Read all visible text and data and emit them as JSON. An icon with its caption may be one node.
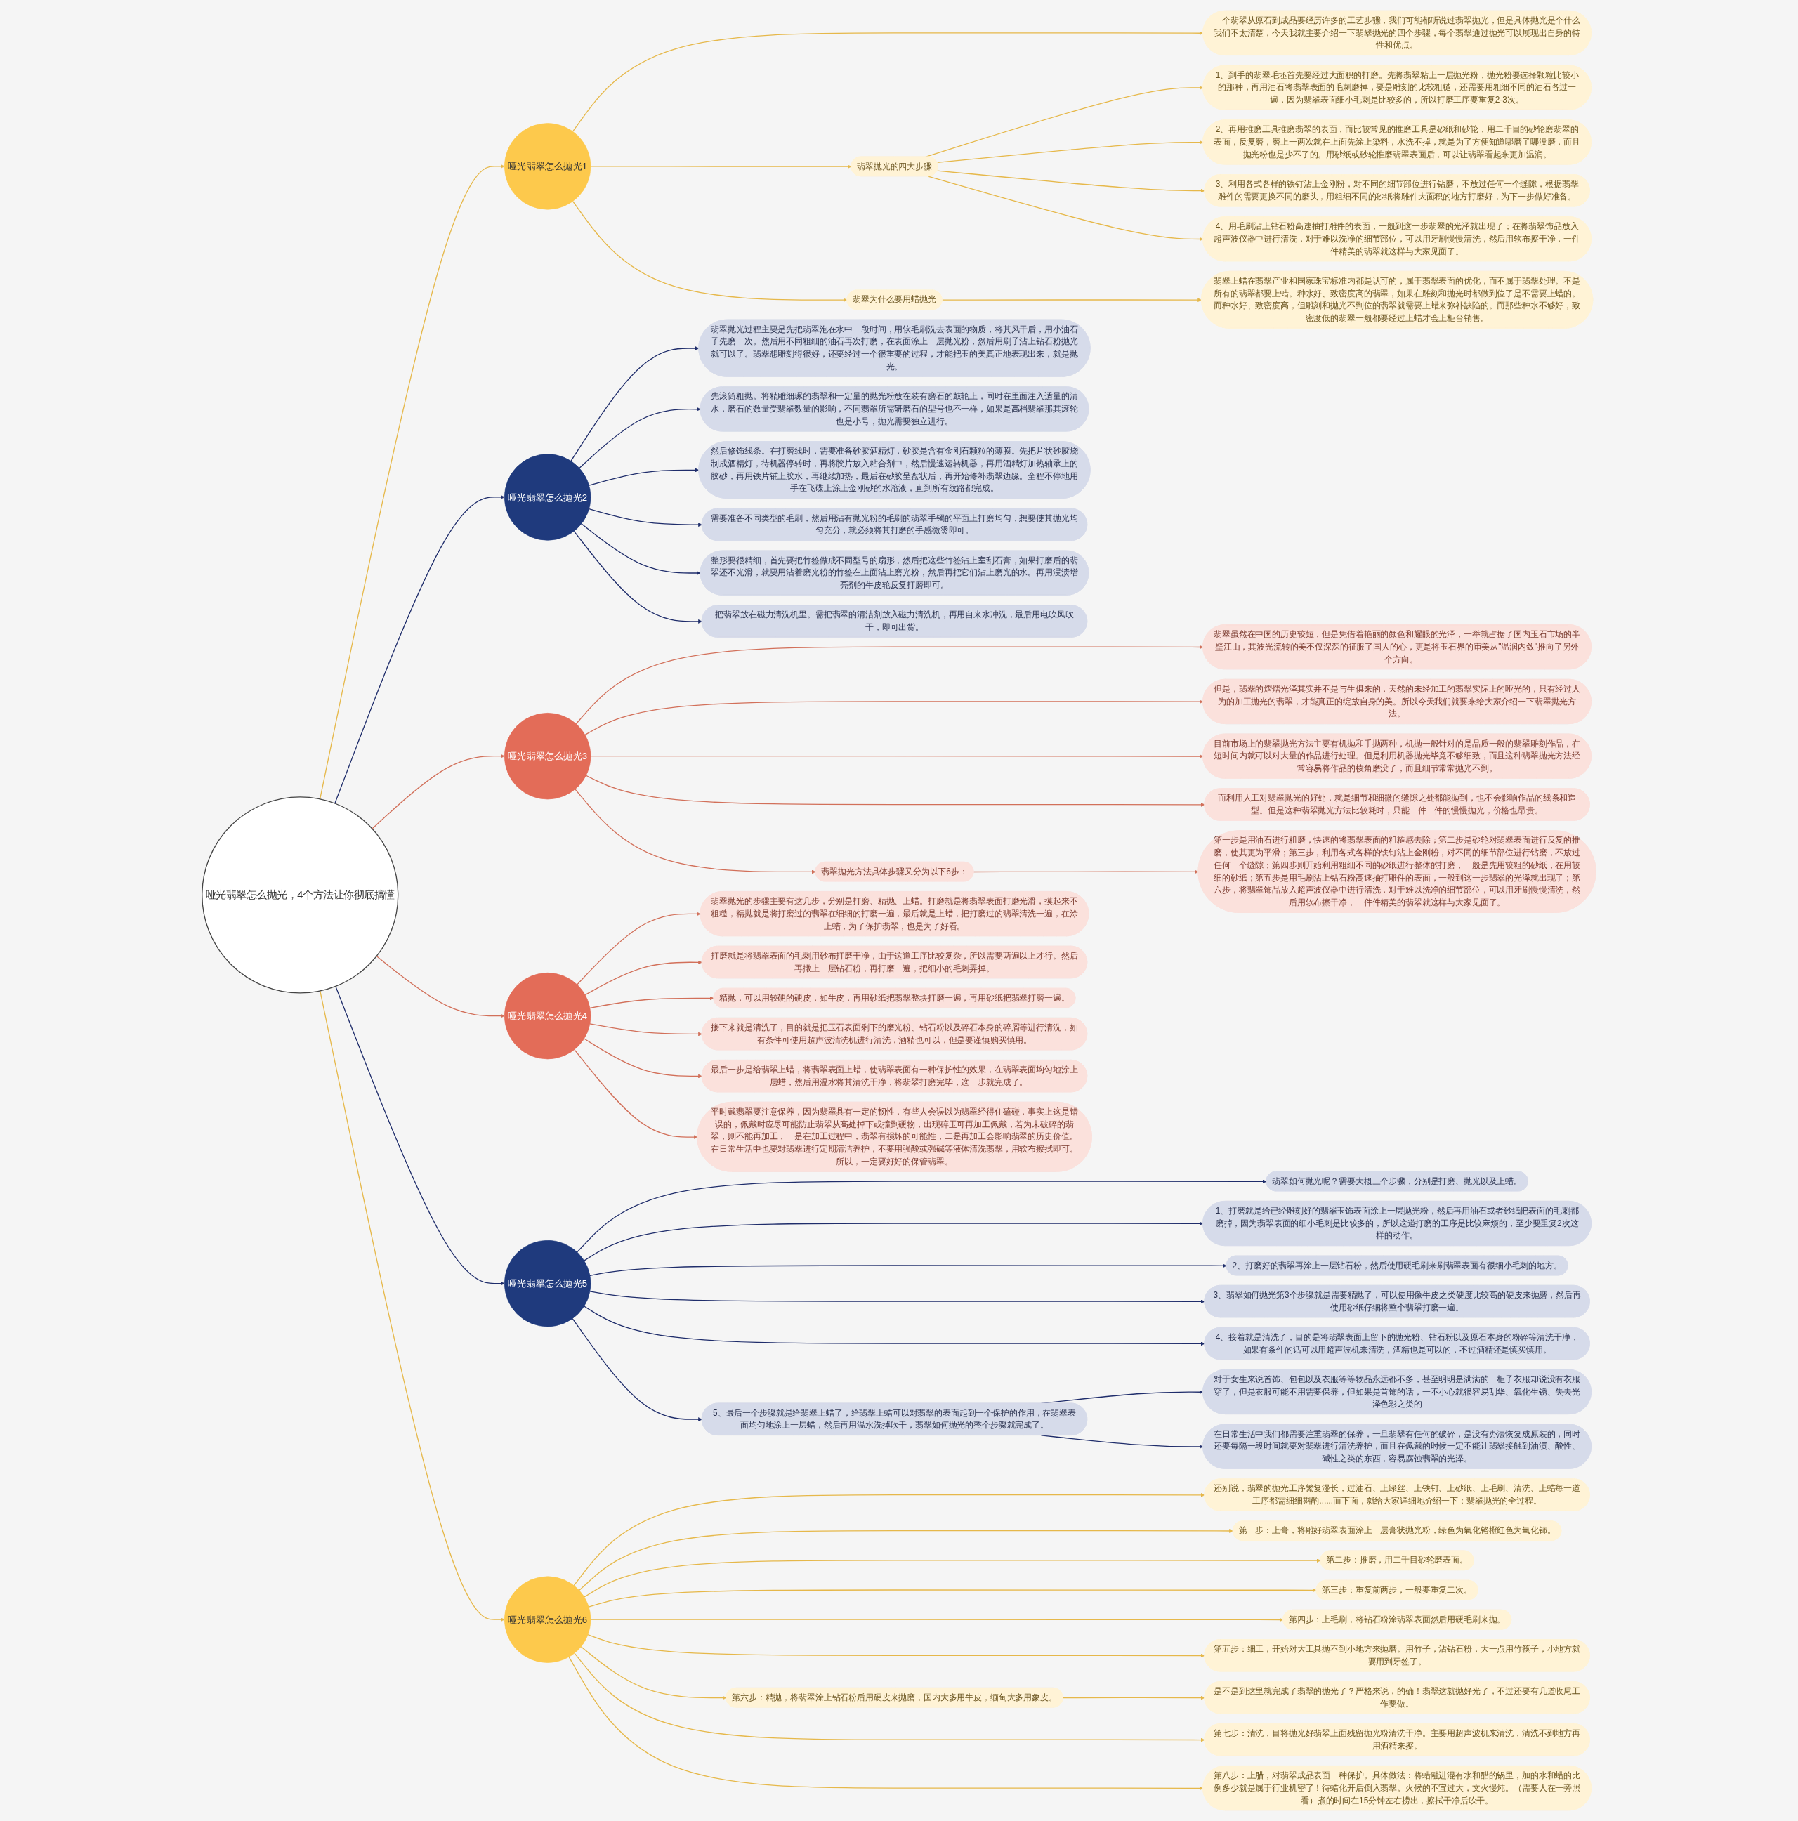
{
  "diagram": {
    "nodes": [
      {
        "text": [
          "哑光翡翠怎么抛光，4个方法让你彻底搞懂"
        ]
      },
      {
        "text": [
          "哑光翡翠怎么抛光1"
        ]
      },
      {
        "text": [
          "一个翡翠从原石到成品要经历许多的工艺步骤，我们可能都听说过翡翠抛光，但是具体抛光是个什么我们不太清楚，今天我就主要介绍一下翡翠抛光的四个步骤，每个翡翠通过抛光可以展现出自身的特性和优点。"
        ]
      },
      {
        "text": [
          "翡翠抛光的四大步骤"
        ]
      },
      {
        "text": [
          "1、到手的翡翠毛坯首先要经过大面积的打磨。先将翡翠粘上一层抛光粉，抛光粉要选择颗粒比较小的那种，再用油石将翡翠表面的毛刺磨掉，要是雕刻的比较粗糙，还需要用粗细不同的油石各过一遍，因为翡翠表面细小毛刺是比较多的，所以打磨工序要重复2-3次。"
        ]
      },
      {
        "text": [
          "2、再用推磨工具推磨翡翠的表面，而比较常见的推磨工具是砂纸和砂轮，用二千目的砂轮磨翡翠的表面，反复磨，磨上一两次就在上面先涂上染料，水洗不掉，就是为了方便知道哪磨了哪没磨，而且抛光粉也是少不了的。用砂纸或砂轮推磨翡翠表面后，可以让翡翠看起来更加温润。"
        ]
      },
      {
        "text": [
          "3、利用各式各样的铁钉沾上金刚粉，对不同的细节部位进行钻磨，不放过任何一个缝隙，根据翡翠雕件的需要更换不同的磨头，用粗细不同的砂纸将雕件大面积的地方打磨好，为下一步做好准备。"
        ]
      },
      {
        "text": [
          "4、用毛刷沾上钻石粉高速抽打雕件的表面，一般到这一步翡翠的光泽就出现了；在将翡翠饰品放入超声波仪器中进行清洗，对于难以洗净的细节部位，可以用牙刷慢慢清洗，然后用软布擦干净，一件件精美的翡翠就这样与大家见面了。"
        ]
      },
      {
        "text": [
          "翡翠为什么要用蜡抛光"
        ]
      },
      {
        "text": [
          "翡翠上蜡在翡翠产业和国家珠宝标准内都是认可的，属于翡翠表面的优化，而不属于翡翠处理。不是所有的翡翠都要上蜡。种水好、致密度高的翡翠，如果在雕刻和抛光时都做到位了是不需要上蜡的。而种水好、致密度高，但雕刻和抛光不到位的翡翠就需要上蜡来弥补缺陷的。而那些种水不够好，致密度低的翡翠一般都要经过上蜡才会上柜台销售。"
        ]
      },
      {
        "text": [
          "哑光翡翠怎么抛光2"
        ]
      },
      {
        "text": [
          "翡翠抛光过程主要是先把翡翠泡在水中一段时间，用软毛刷洗去表面的物质，将其风干后，用小油石子先磨一次。然后用不同粗细的油石再次打磨，在表面涂上一层抛光粉，然后用刷子沾上钻石粉抛光就可以了。翡翠想雕刻得很好，还要经过一个很重要的过程，才能把玉的美真正地表现出来，就是抛光。"
        ]
      },
      {
        "text": [
          "先滚筒粗抛。将精雕细琢的翡翠和一定量的抛光粉放在装有磨石的鼓轮上，同时在里面注入适量的清水，磨石的数量受翡翠数量的影响，不同翡翠所需研磨石的型号也不一样，如果是高档翡翠那其滚轮也是小号，抛光需要独立进行。"
        ]
      },
      {
        "text": [
          "然后修饰线条。在打磨线时，需要准备砂胶酒精灯，砂胶是含有金刚石颗粒的薄膜。先把片状砂胶烧制成酒精灯，待机器停转时，再将胶片放入粘合剂中，然后慢速运转机器，再用酒精灯加热轴承上的胶砂，再用铁片铺上胶水，再继续加热，最后在砂胶呈盘状后，再开始修补翡翠边缘。全程不停地用手在飞碟上涂上金刚砂的水溶液，直到所有纹路都完成。"
        ]
      },
      {
        "text": [
          "需要准备不同类型的毛刷，然后用沾有抛光粉的毛刷的翡翠手镯的平面上打磨均匀，想要使其抛光均匀充分，就必须将其打磨的手感微烫即可。"
        ]
      },
      {
        "text": [
          "整形要很精细，首先要把竹签做成不同型号的扇形，然后把这些竹签沾上室刮石膏，如果打磨后的翡翠还不光滑，就要用沾着磨光粉的竹签在上面沾上磨光粉，然后再把它们沾上磨光的水。再用浸渍增亮剂的牛皮轮反复打磨即可。"
        ]
      },
      {
        "text": [
          "把翡翠放在磁力清洗机里。需把翡翠的清洁剂放入磁力清洗机，再用自来水冲洗，最后用电吹风吹干，即可出货。"
        ]
      },
      {
        "text": [
          "哑光翡翠怎么抛光3"
        ]
      },
      {
        "text": [
          "翡翠虽然在中国的历史较短，但是凭借着艳丽的颜色和耀眼的光泽，一举就占据了国内玉石市场的半壁江山，其波光流转的美不仅深深的征服了国人的心，更是将玉石界的审美从\"温润内敛\"推向了另外一个方向。"
        ]
      },
      {
        "text": [
          "但是，翡翠的熠熠光泽其实并不是与生俱来的，天然的未经加工的翡翠实际上的哑光的，只有经过人为的加工抛光的翡翠，才能真正的绽放自身的美。所以今天我们就要来给大家介绍一下翡翠抛光方法。"
        ]
      },
      {
        "text": [
          "目前市场上的翡翠抛光方法主要有机抛和手抛两种，机抛一般针对的是品质一般的翡翠雕刻作品，在短时间内就可以对大量的作品进行处理。但是利用机器抛光毕竟不够细致，而且这种翡翠抛光方法经常容易将作品的棱角磨没了，而且细节常常抛光不到。"
        ]
      },
      {
        "text": [
          "而利用人工对翡翠抛光的好处，就是细节和细微的缝隙之处都能抛到，也不会影响作品的线条和造型。但是这种翡翠抛光方法比较耗时，只能一件一件的慢慢抛光，价格也昂贵。"
        ]
      },
      {
        "text": [
          "翡翠抛光方法具体步骤又分为以下6步："
        ]
      },
      {
        "text": [
          "第一步是用油石进行粗磨，快速的将翡翠表面的粗糙感去除；第二步是砂轮对翡翠表面进行反复的推磨，使其更为平滑；第三步，利用各式各样的铁钉沾上金刚粉，对不同的细节部位进行钻磨，不放过任何一个缝隙；第四步则开始利用粗细不同的砂纸进行整体的打磨，一般是先用较粗的砂纸，在用较细的砂纸；第五步是用毛刷沾上钻石粉高速抽打雕件的表面，一般到这一步翡翠的光泽就出现了；第六步，将翡翠饰品放入超声波仪器中进行清洗，对于难以洗净的细节部位，可以用牙刷慢慢清洗，然后用软布擦干净，一件件精美的翡翠就这样与大家见面了。"
        ]
      },
      {
        "text": [
          "哑光翡翠怎么抛光4"
        ]
      },
      {
        "text": [
          "翡翠抛光的步骤主要有这几步，分别是打磨、精抛、上蜡。打磨就是将翡翠表面打磨光滑，摸起来不粗糙，精抛就是将打磨过的翡翠在细细的打磨一遍，最后就是上蜡，把打磨过的翡翠清洗一遍，在涂上蜡，为了保护翡翠，也是为了好看。"
        ]
      },
      {
        "text": [
          "打磨就是将翡翠表面的毛刺用砂布打磨干净，由于这道工序比较复杂，所以需要两遍以上才行。然后再撒上一层钻石粉，再打磨一遍，把细小的毛刺弄掉。"
        ]
      },
      {
        "text": [
          "精抛，可以用较硬的硬皮，如牛皮，再用砂纸把翡翠整块打磨一遍，再用砂纸把翡翠打磨一遍。"
        ]
      },
      {
        "text": [
          "接下来就是清洗了，目的就是把玉石表面剩下的磨光粉、钻石粉以及碎石本身的碎屑等进行清洗，如有条件可使用超声波清洗机进行清洗，酒精也可以，但是要谨慎购买慎用。"
        ]
      },
      {
        "text": [
          "最后一步是给翡翠上蜡，将翡翠表面上蜡，使翡翠表面有一种保护性的效果，在翡翠表面均匀地涂上一层蜡，然后用温水将其清洗干净，将翡翠打磨完毕，这一步就完成了。"
        ]
      },
      {
        "text": [
          "平时戴翡翠要注意保养，因为翡翠具有一定的韧性，有些人会误以为翡翠经得住磕碰，事实上这是错误的，佩戴时应尽可能防止翡翠从高处掉下或撞到硬物，出现碎玉可再加工佩戴，若为未破碎的翡翠，则不能再加工，一是在加工过程中，翡翠有损坏的可能性，二是再加工会影响翡翠的历史价值。在日常生活中也要对翡翠进行定期清洁养护，不要用强酸或强碱等液体清洗翡翠，用软布擦拭即可。所以，一定要好好的保管翡翠。"
        ]
      },
      {
        "text": [
          "哑光翡翠怎么抛光5"
        ]
      },
      {
        "text": [
          "翡翠如何抛光呢？需要大概三个步骤，分别是打磨、抛光以及上蜡。"
        ]
      },
      {
        "text": [
          "1、打磨就是给已经雕刻好的翡翠玉饰表面涂上一层抛光粉，然后再用油石或者砂纸把表面的毛刺都磨掉，因为翡翠表面的细小毛刺是比较多的，所以这道打磨的工序是比较麻烦的，至少要重复2次这样的动作。"
        ]
      },
      {
        "text": [
          "2、打磨好的翡翠再涂上一层钻石粉，然后使用硬毛刷来刷翡翠表面有很细小毛刺的地方。"
        ]
      },
      {
        "text": [
          "3、翡翠如何抛光第3个步骤就是需要精抛了，可以使用像牛皮之类硬度比较高的硬皮来抛磨，然后再使用砂纸仔细将整个翡翠打磨一遍。"
        ]
      },
      {
        "text": [
          "4、接着就是清洗了，目的是将翡翠表面上留下的抛光粉、钻石粉以及原石本身的粉碎等清洗干净，如果有条件的话可以用超声波机来清洗，酒精也是可以的，不过酒精还是慎买慎用。"
        ]
      },
      {
        "text": [
          "5、最后一个步骤就是给翡翠上蜡了，给翡翠上蜡可以对翡翠的表面起到一个保护的作用，在翡翠表面均匀地涂上一层蜡，然后再用温水洗掉吹干，翡翠如何抛光的整个步骤就完成了。"
        ]
      },
      {
        "text": [
          "对于女生来说首饰、包包以及衣服等等物品永远都不多，甚至明明是满满的一柜子衣服却说没有衣服穿了，但是衣服可能不用需要保养，但如果是首饰的话，一不小心就很容易刮华、氧化生锈、失去光泽色彩之类的"
        ]
      },
      {
        "text": [
          "在日常生活中我们都需要注重翡翠的保养，一旦翡翠有任何的破碎，是没有办法恢复成原装的，同时还要每隔一段时间就要对翡翠进行清洗养护，而且在佩戴的时候一定不能让翡翠接触到油渍、酸性、碱性之类的东西，容易腐蚀翡翠的光泽。"
        ]
      },
      {
        "text": [
          "哑光翡翠怎么抛光6"
        ]
      },
      {
        "text": [
          "还别说，翡翠的抛光工序繁复漫长，过油石、上绿丝、上铁钉、上砂纸、上毛刷、清洗、上蜡每一道工序都需细细斟酌......而下面，就给大家详细地介绍一下：翡翠抛光的全过程。"
        ]
      },
      {
        "text": [
          "第一步：上膏，将雕好翡翠表面涂上一层膏状抛光粉，绿色为氧化铬橙红色为氧化铈。"
        ]
      },
      {
        "text": [
          "第二步：推磨，用二千目砂轮磨表面。"
        ]
      },
      {
        "text": [
          "第三步：重复前两步，一般要重复二次。"
        ]
      },
      {
        "text": [
          "第四步：上毛刷，将钻石粉涂翡翠表面然后用硬毛刷来抛。"
        ]
      },
      {
        "text": [
          "第五步：细工，开始对大工具抛不到小地方来抛磨。用竹子，沾钻石粉，大一点用竹筷子，小地方就要用到牙签了。"
        ]
      },
      {
        "text": [
          "第六步：精抛，将翡翠涂上钻石粉后用硬皮来抛磨，国内大多用牛皮，缅甸大多用象皮。"
        ]
      },
      {
        "text": [
          "是不是到这里就完成了翡翠的抛光了？严格来说，的确！翡翠这就抛好光了，不过还要有几道收尾工作要做。"
        ]
      },
      {
        "text": [
          "第七步：清洗，目将抛光好翡翠上面残留抛光粉清洗干净。主要用超声波机来清洗，清洗不到地方再用酒精来擦。"
        ]
      },
      {
        "text": [
          "第八步：上腊，对翡翠成品表面一种保护。具体做法：将蜡融进混有水和醋的锅里，加的水和蜡的比例多少就是属于行业机密了！待蜡化开后倒入翡翠。火候的不宜过大，文火慢炖。（需要人在一旁照看）煮的时间在15分钟左右捞出，擦拭干净后吹干。"
        ]
      }
    ],
    "edges": [
      {
        "from": 0,
        "to": 1,
        "arrow": "to"
      },
      {
        "from": 1,
        "to": 2,
        "arrow": "to"
      },
      {
        "from": 1,
        "to": 3,
        "arrow": "to"
      },
      {
        "from": 3,
        "to": 4,
        "arrow": "to"
      },
      {
        "from": 3,
        "to": 5,
        "arrow": "to"
      },
      {
        "from": 3,
        "to": 6,
        "arrow": "to"
      },
      {
        "from": 3,
        "to": 7,
        "arrow": "to"
      },
      {
        "from": 1,
        "to": 8,
        "arrow": "to"
      },
      {
        "from": 8,
        "to": 9,
        "arrow": "to"
      },
      {
        "from": 0,
        "to": 10,
        "arrow": "to",
        "color": "#1f2d6b"
      },
      {
        "from": 10,
        "to": 11,
        "arrow": "to",
        "color": "#1f2d6b"
      },
      {
        "from": 10,
        "to": 12,
        "arrow": "to",
        "color": "#1f2d6b"
      },
      {
        "from": 10,
        "to": 13,
        "arrow": "to",
        "color": "#1f2d6b"
      },
      {
        "from": 10,
        "to": 14,
        "arrow": "to",
        "color": "#1f2d6b"
      },
      {
        "from": 10,
        "to": 15,
        "arrow": "to",
        "color": "#1f2d6b"
      },
      {
        "from": 10,
        "to": 16,
        "arrow": "to",
        "color": "#1f2d6b"
      },
      {
        "from": 0,
        "to": 17,
        "arrow": "to",
        "color": "#d2705a"
      },
      {
        "from": 17,
        "to": 18,
        "arrow": "to",
        "color": "#d2705a"
      },
      {
        "from": 17,
        "to": 19,
        "arrow": "to",
        "color": "#d2705a"
      },
      {
        "from": 17,
        "to": 20,
        "arrow": "to",
        "color": "#d2705a"
      },
      {
        "from": 17,
        "to": 21,
        "arrow": "to",
        "color": "#d2705a"
      },
      {
        "from": 17,
        "to": 22,
        "arrow": "to",
        "color": "#d2705a"
      },
      {
        "from": 22,
        "to": 23,
        "arrow": "to",
        "color": "#d2705a"
      },
      {
        "from": 0,
        "to": 24,
        "arrow": "to",
        "color": "#d2705a"
      },
      {
        "from": 24,
        "to": 25,
        "arrow": "to",
        "color": "#d2705a"
      },
      {
        "from": 24,
        "to": 26,
        "arrow": "to",
        "color": "#d2705a"
      },
      {
        "from": 24,
        "to": 27,
        "arrow": "to",
        "color": "#d2705a"
      },
      {
        "from": 24,
        "to": 28,
        "arrow": "to",
        "color": "#d2705a"
      },
      {
        "from": 24,
        "to": 29,
        "arrow": "to",
        "color": "#d2705a"
      },
      {
        "from": 24,
        "to": 30,
        "arrow": "to",
        "color": "#d2705a"
      },
      {
        "from": 0,
        "to": 31,
        "arrow": "to",
        "color": "#1f2d6b"
      },
      {
        "from": 31,
        "to": 32,
        "arrow": "to",
        "color": "#1f2d6b"
      },
      {
        "from": 31,
        "to": 33,
        "arrow": "to",
        "color": "#1f2d6b"
      },
      {
        "from": 31,
        "to": 34,
        "arrow": "to",
        "color": "#1f2d6b"
      },
      {
        "from": 31,
        "to": 35,
        "arrow": "to",
        "color": "#1f2d6b"
      },
      {
        "from": 31,
        "to": 36,
        "arrow": "to",
        "color": "#1f2d6b"
      },
      {
        "from": 31,
        "to": 37,
        "arrow": "to",
        "color": "#1f2d6b"
      },
      {
        "from": 37,
        "to": 38,
        "arrow": "to",
        "color": "#1f2d6b"
      },
      {
        "from": 37,
        "to": 39,
        "arrow": "to",
        "color": "#1f2d6b"
      },
      {
        "from": 0,
        "to": 40,
        "arrow": "to"
      },
      {
        "from": 40,
        "to": 41,
        "arrow": "to"
      },
      {
        "from": 40,
        "to": 42,
        "arrow": "to"
      },
      {
        "from": 40,
        "to": 43,
        "arrow": "to"
      },
      {
        "from": 40,
        "to": 44,
        "arrow": "to"
      },
      {
        "from": 40,
        "to": 45,
        "arrow": "to"
      },
      {
        "from": 40,
        "to": 46,
        "arrow": "to"
      },
      {
        "from": 40,
        "to": 47,
        "arrow": "to"
      },
      {
        "from": 47,
        "to": 48,
        "arrow": "to"
      },
      {
        "from": 40,
        "to": 49,
        "arrow": "to"
      },
      {
        "from": 40,
        "to": 50,
        "arrow": "to"
      }
    ]
  }
}
